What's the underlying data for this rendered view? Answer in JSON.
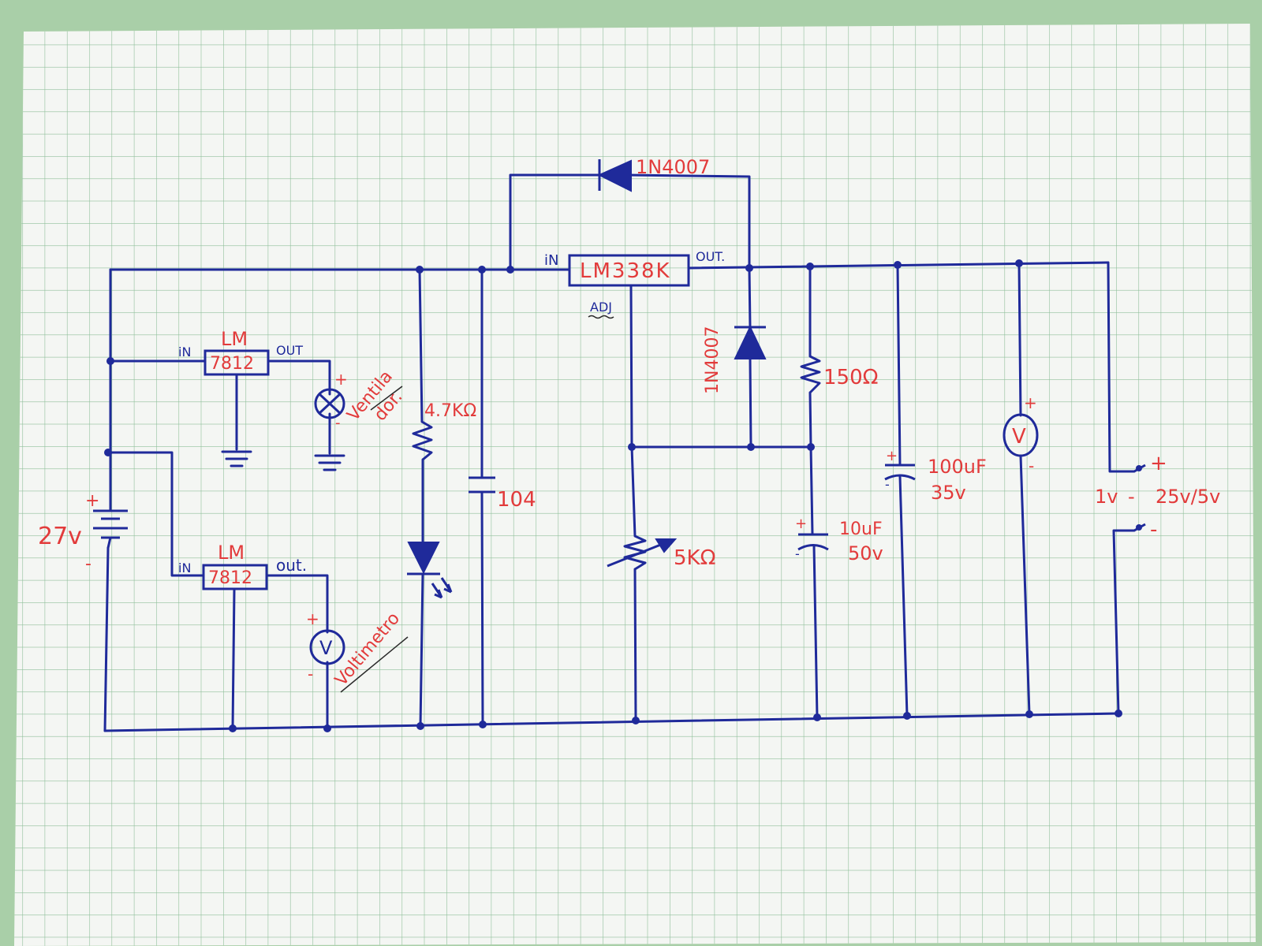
{
  "colors": {
    "ink": "#1f2a9a",
    "label": "#e23b3b",
    "grid": "#8fbf9a",
    "paper": "#f4f6f3"
  },
  "regulators": {
    "main": {
      "name": "LM338K",
      "in": "iN",
      "out": "OUT.",
      "adj": "ADJ"
    },
    "upper": {
      "top": "LM",
      "part": "7812",
      "in": "iN",
      "out": "OUT"
    },
    "lower": {
      "top": "LM",
      "part": "7812",
      "in": "iN",
      "out": "out."
    }
  },
  "components": {
    "diode_top": "1N4007",
    "diode_vertical": "1N4007",
    "r_led": "4.7KΩ",
    "r_150": "150Ω",
    "pot": "5KΩ",
    "cap_104": "104",
    "cap_10uf_value": "10uF",
    "cap_10uf_voltage": "50v",
    "cap_100uf_value": "100uF",
    "cap_100uf_voltage": "35v",
    "battery": "27v"
  },
  "annotations": {
    "fan_line1": "Ventila",
    "fan_line2": "dor.",
    "voltmeter_note": "Voltimetro",
    "voltmeter_symbol": "V",
    "plus": "+",
    "minus": "-",
    "out_low": "1v",
    "out_high": "25v/5v"
  }
}
